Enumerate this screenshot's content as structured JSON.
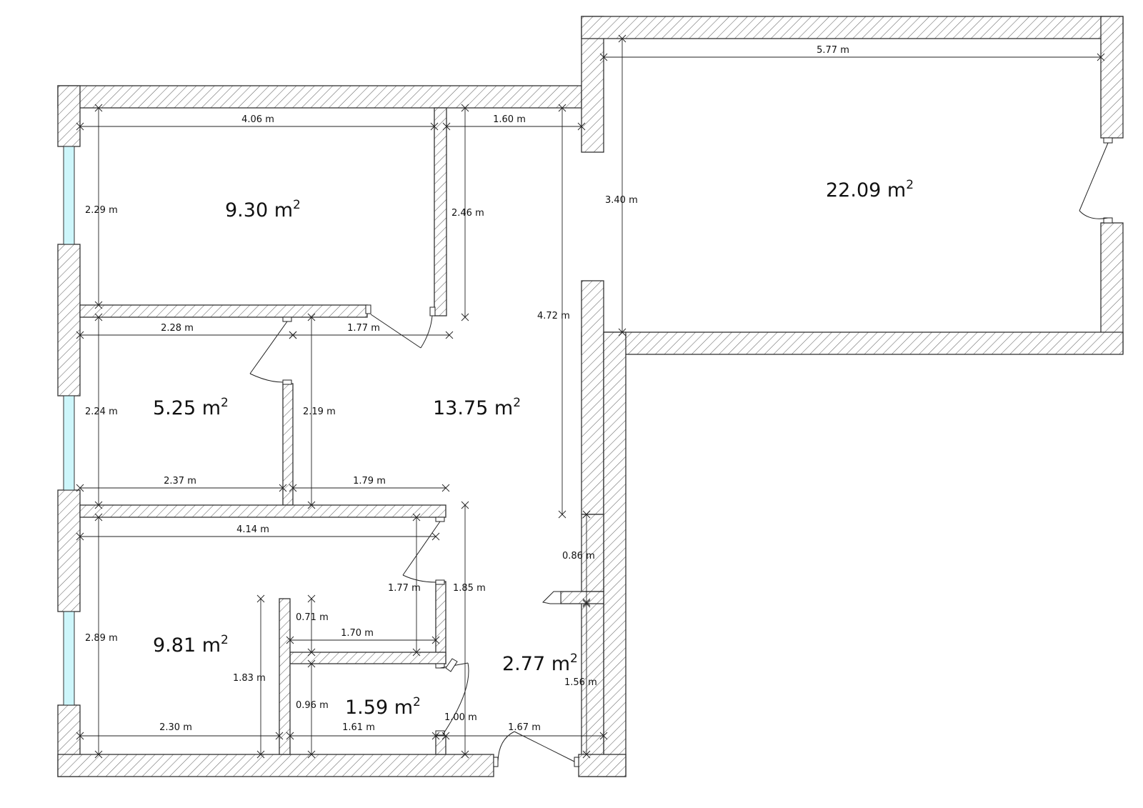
{
  "rooms": [
    {
      "id": "bedroom-top-left",
      "area": "9.30 m",
      "sup": "2"
    },
    {
      "id": "living-room",
      "area": "22.09 m",
      "sup": "2"
    },
    {
      "id": "small-room",
      "area": "5.25 m",
      "sup": "2"
    },
    {
      "id": "hallway",
      "area": "13.75 m",
      "sup": "2"
    },
    {
      "id": "bedroom-bottom-left",
      "area": "9.81 m",
      "sup": "2"
    },
    {
      "id": "entrance",
      "area": "2.77 m",
      "sup": "2"
    },
    {
      "id": "bathroom",
      "area": "1.59 m",
      "sup": "2"
    }
  ],
  "dimensions": [
    "5.77 m",
    "4.06 m",
    "1.60 m",
    "2.29 m",
    "2.46 m",
    "3.40 m",
    "4.72 m",
    "2.28 m",
    "1.77 m",
    "2.24 m",
    "2.19 m",
    "2.37 m",
    "1.79 m",
    "4.14 m",
    "0.86 m",
    "1.77 m",
    "1.85 m",
    "0.71 m",
    "1.70 m",
    "2.89 m",
    "1.83 m",
    "1.56 m",
    "0.96 m",
    "1.00 m",
    "2.30 m",
    "1.61 m",
    "1.67 m"
  ],
  "colors": {
    "window": "#cdf6fb",
    "wall_stroke": "#333333",
    "background": "#ffffff"
  }
}
